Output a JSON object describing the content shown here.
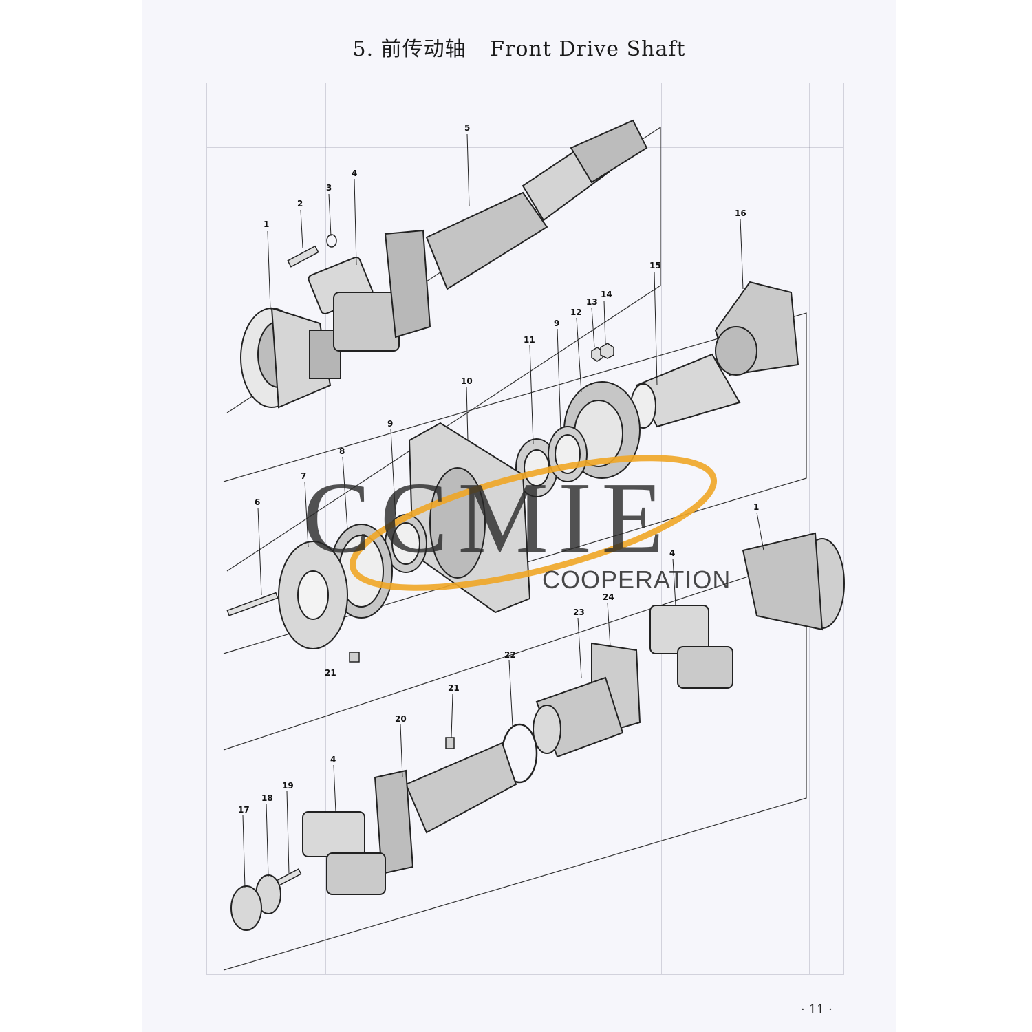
{
  "document": {
    "title_number": "5.",
    "title_cn": "前传动轴",
    "title_en": "Front Drive Shaft",
    "page_number": "· 11 ·"
  },
  "watermark": {
    "text": "CCMIE",
    "subtext": "COOPERATION",
    "colors": {
      "swoosh": "#f0a626",
      "text": "#333333"
    }
  },
  "callouts": [
    "1",
    "2",
    "3",
    "4",
    "5",
    "16",
    "15",
    "13",
    "14",
    "12",
    "9",
    "11",
    "10",
    "9",
    "8",
    "7",
    "6",
    "21",
    "1",
    "4",
    "24",
    "23",
    "22",
    "21",
    "20",
    "4",
    "19",
    "18",
    "17"
  ]
}
